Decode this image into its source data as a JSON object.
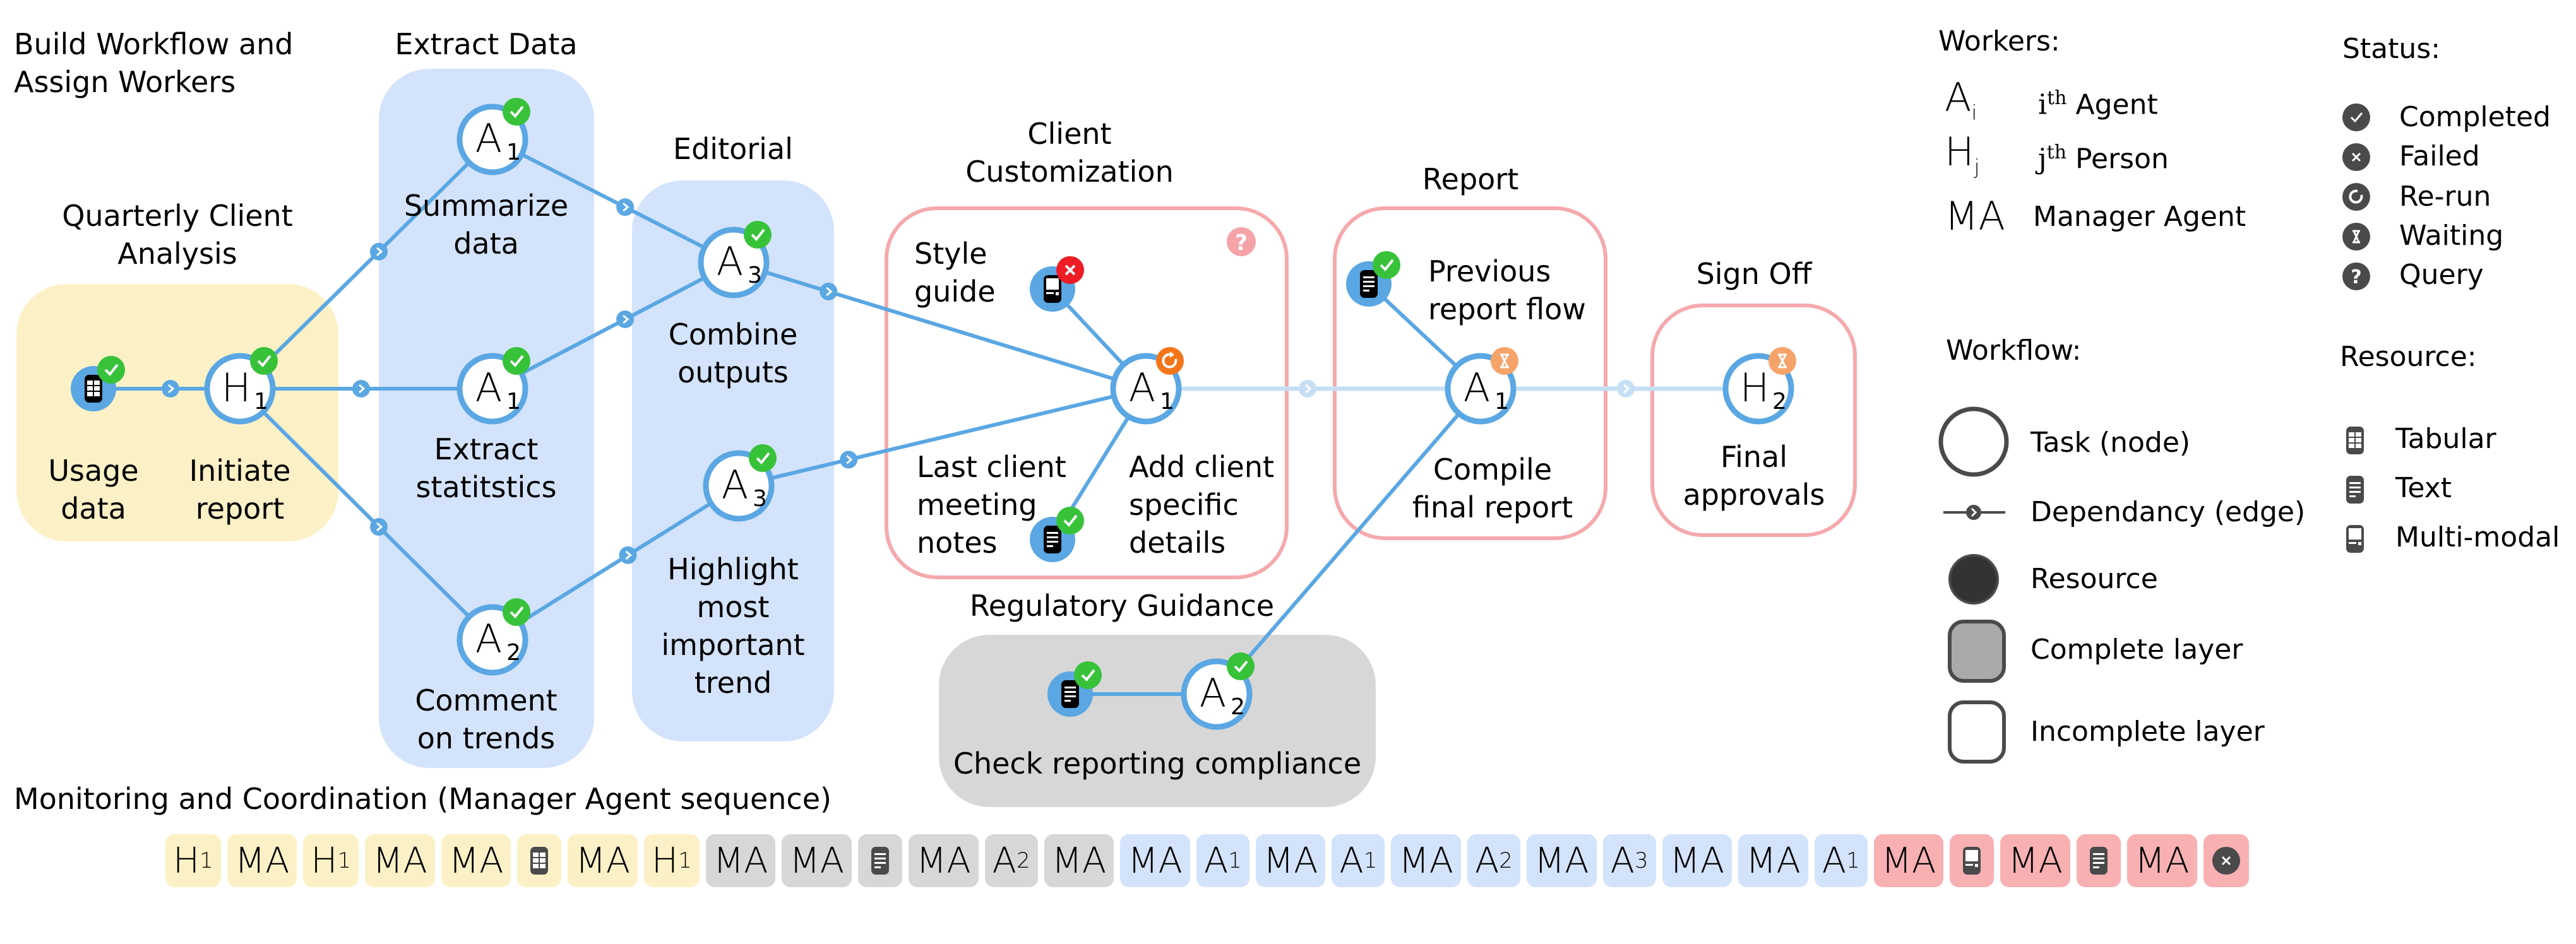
{
  "title": "Build Workflow and\nAssign Workers",
  "colors": {
    "edge": "#5aa7e3",
    "edge_faint": "#c7dff5",
    "completed": "#37c23a",
    "failed": "#ee1c24",
    "rerun": "#f5761a",
    "waiting": "#f6a36a",
    "query": "#f5a3a8",
    "layer_yellow": "#fcf1c6",
    "layer_blue": "#d3e3fb",
    "layer_gray": "#d7d7d7",
    "layer_red_border": "#f5a9ad",
    "chip_red": "#f8b0b3",
    "legend_gray": "#4a4a4a"
  },
  "layers": [
    {
      "id": "quarterly",
      "title": "Quarterly Client\nAnalysis",
      "style": "yellow"
    },
    {
      "id": "extract",
      "title": "Extract Data",
      "style": "blue"
    },
    {
      "id": "editorial",
      "title": "Editorial",
      "style": "blue"
    },
    {
      "id": "client",
      "title": "Client\nCustomization",
      "style": "red-outline",
      "status": "query"
    },
    {
      "id": "report",
      "title": "Report",
      "style": "red-outline"
    },
    {
      "id": "signoff",
      "title": "Sign Off",
      "style": "red-outline"
    },
    {
      "id": "regulatory",
      "title": "Regulatory Guidance",
      "style": "gray"
    }
  ],
  "nodes": [
    {
      "id": "usage",
      "kind": "resource",
      "resource": "tabular",
      "label": "Usage\ndata",
      "status": "completed"
    },
    {
      "id": "h1",
      "kind": "task",
      "worker": "H",
      "index": "1",
      "label": "Initiate\nreport",
      "status": "completed"
    },
    {
      "id": "a1_sum",
      "kind": "task",
      "worker": "A",
      "index": "1",
      "label": "Summarize\ndata",
      "status": "completed"
    },
    {
      "id": "a1_ext",
      "kind": "task",
      "worker": "A",
      "index": "1",
      "label": "Extract\nstatitstics",
      "status": "completed"
    },
    {
      "id": "a2_com",
      "kind": "task",
      "worker": "A",
      "index": "2",
      "label": "Comment\non trends",
      "status": "completed"
    },
    {
      "id": "a3_comb",
      "kind": "task",
      "worker": "A",
      "index": "3",
      "label": "Combine\noutputs",
      "status": "completed"
    },
    {
      "id": "a3_high",
      "kind": "task",
      "worker": "A",
      "index": "3",
      "label": "Highlight\nmost\nimportant\ntrend",
      "status": "completed"
    },
    {
      "id": "style",
      "kind": "resource",
      "resource": "multimodal",
      "label": "Style\nguide",
      "status": "failed"
    },
    {
      "id": "notes",
      "kind": "resource",
      "resource": "text",
      "label": "Last client\nmeeting\nnotes",
      "status": "completed"
    },
    {
      "id": "a1_add",
      "kind": "task",
      "worker": "A",
      "index": "1",
      "label": "Add client\nspecific\ndetails",
      "status": "rerun"
    },
    {
      "id": "prev",
      "kind": "resource",
      "resource": "text",
      "label": "Previous\nreport flow",
      "status": "completed"
    },
    {
      "id": "a1_comp",
      "kind": "task",
      "worker": "A",
      "index": "1",
      "label": "Compile\nfinal report",
      "status": "waiting"
    },
    {
      "id": "h2",
      "kind": "task",
      "worker": "H",
      "index": "2",
      "label": "Final\napprovals",
      "status": "waiting"
    },
    {
      "id": "reg_res",
      "kind": "resource",
      "resource": "text",
      "label": "",
      "status": "completed"
    },
    {
      "id": "a2_reg",
      "kind": "task",
      "worker": "A",
      "index": "2",
      "label": "Check reporting compliance",
      "status": "completed"
    }
  ],
  "edges": [
    {
      "from": "usage",
      "to": "h1",
      "dep": true
    },
    {
      "from": "h1",
      "to": "a1_sum",
      "dep": true
    },
    {
      "from": "h1",
      "to": "a1_ext",
      "dep": true
    },
    {
      "from": "h1",
      "to": "a2_com",
      "dep": true
    },
    {
      "from": "a1_sum",
      "to": "a3_comb",
      "dep": true
    },
    {
      "from": "a1_ext",
      "to": "a3_comb",
      "dep": true
    },
    {
      "from": "a2_com",
      "to": "a3_high",
      "dep": true
    },
    {
      "from": "a3_comb",
      "to": "a1_add",
      "dep": true
    },
    {
      "from": "a3_high",
      "to": "a1_add",
      "dep": true
    },
    {
      "from": "style",
      "to": "a1_add",
      "dep": false
    },
    {
      "from": "notes",
      "to": "a1_add",
      "dep": false
    },
    {
      "from": "a1_add",
      "to": "a1_comp",
      "dep": true,
      "faint": true
    },
    {
      "from": "prev",
      "to": "a1_comp",
      "dep": false
    },
    {
      "from": "a2_reg",
      "to": "a1_comp",
      "dep": false
    },
    {
      "from": "reg_res",
      "to": "a2_reg",
      "dep": false
    },
    {
      "from": "a1_comp",
      "to": "h2",
      "dep": true,
      "faint": true
    }
  ],
  "monitoring": {
    "title": "Monitoring and Coordination (Manager Agent sequence)",
    "sequence": [
      {
        "label": "H",
        "sub": "1",
        "group": "yellow"
      },
      {
        "label": "MA",
        "group": "yellow"
      },
      {
        "label": "H",
        "sub": "1",
        "group": "yellow"
      },
      {
        "label": "MA",
        "group": "yellow"
      },
      {
        "label": "MA",
        "group": "yellow"
      },
      {
        "icon": "tabular",
        "group": "yellow"
      },
      {
        "label": "MA",
        "group": "yellow"
      },
      {
        "label": "H",
        "sub": "1",
        "group": "yellow"
      },
      {
        "label": "MA",
        "group": "gray"
      },
      {
        "label": "MA",
        "group": "gray"
      },
      {
        "icon": "text",
        "group": "gray"
      },
      {
        "label": "MA",
        "group": "gray"
      },
      {
        "label": "A",
        "sub": "2",
        "group": "gray"
      },
      {
        "label": "MA",
        "group": "gray"
      },
      {
        "label": "MA",
        "group": "blue"
      },
      {
        "label": "A",
        "sub": "1",
        "group": "blue"
      },
      {
        "label": "MA",
        "group": "blue"
      },
      {
        "label": "A",
        "sub": "1",
        "group": "blue"
      },
      {
        "label": "MA",
        "group": "blue"
      },
      {
        "label": "A",
        "sub": "2",
        "group": "blue"
      },
      {
        "label": "MA",
        "group": "blue"
      },
      {
        "label": "A",
        "sub": "3",
        "group": "blue"
      },
      {
        "label": "MA",
        "group": "blue"
      },
      {
        "label": "MA",
        "group": "blue"
      },
      {
        "label": "A",
        "sub": "1",
        "group": "blue"
      },
      {
        "label": "MA",
        "group": "red"
      },
      {
        "icon": "multimodal",
        "group": "red"
      },
      {
        "label": "MA",
        "group": "red"
      },
      {
        "icon": "text",
        "group": "red"
      },
      {
        "label": "MA",
        "group": "red"
      },
      {
        "icon": "failed",
        "group": "red"
      }
    ]
  },
  "legend": {
    "workers": {
      "title": "Workers:",
      "items": [
        {
          "symbol": "A",
          "sub": "i",
          "ordinal": "i",
          "sup": "th",
          "label": "Agent"
        },
        {
          "symbol": "H",
          "sub": "j",
          "ordinal": "j",
          "sup": "th",
          "label": "Person"
        },
        {
          "symbol": "MA",
          "label": "Manager Agent"
        }
      ]
    },
    "status": {
      "title": "Status:",
      "items": [
        {
          "icon": "completed",
          "label": "Completed"
        },
        {
          "icon": "failed",
          "label": "Failed"
        },
        {
          "icon": "rerun",
          "label": "Re-run"
        },
        {
          "icon": "waiting",
          "label": "Waiting"
        },
        {
          "icon": "query",
          "label": "Query"
        }
      ]
    },
    "workflow": {
      "title": "Workflow:",
      "items": [
        {
          "icon": "task-node",
          "label": "Task (node)"
        },
        {
          "icon": "dependency-edge",
          "label": "Dependancy (edge)"
        },
        {
          "icon": "resource",
          "label": "Resource"
        },
        {
          "icon": "complete-layer",
          "label": "Complete layer"
        },
        {
          "icon": "incomplete-layer",
          "label": "Incomplete layer"
        }
      ]
    },
    "resource": {
      "title": "Resource:",
      "items": [
        {
          "icon": "tabular",
          "label": "Tabular"
        },
        {
          "icon": "text",
          "label": "Text"
        },
        {
          "icon": "multimodal",
          "label": "Multi-modal"
        }
      ]
    }
  }
}
